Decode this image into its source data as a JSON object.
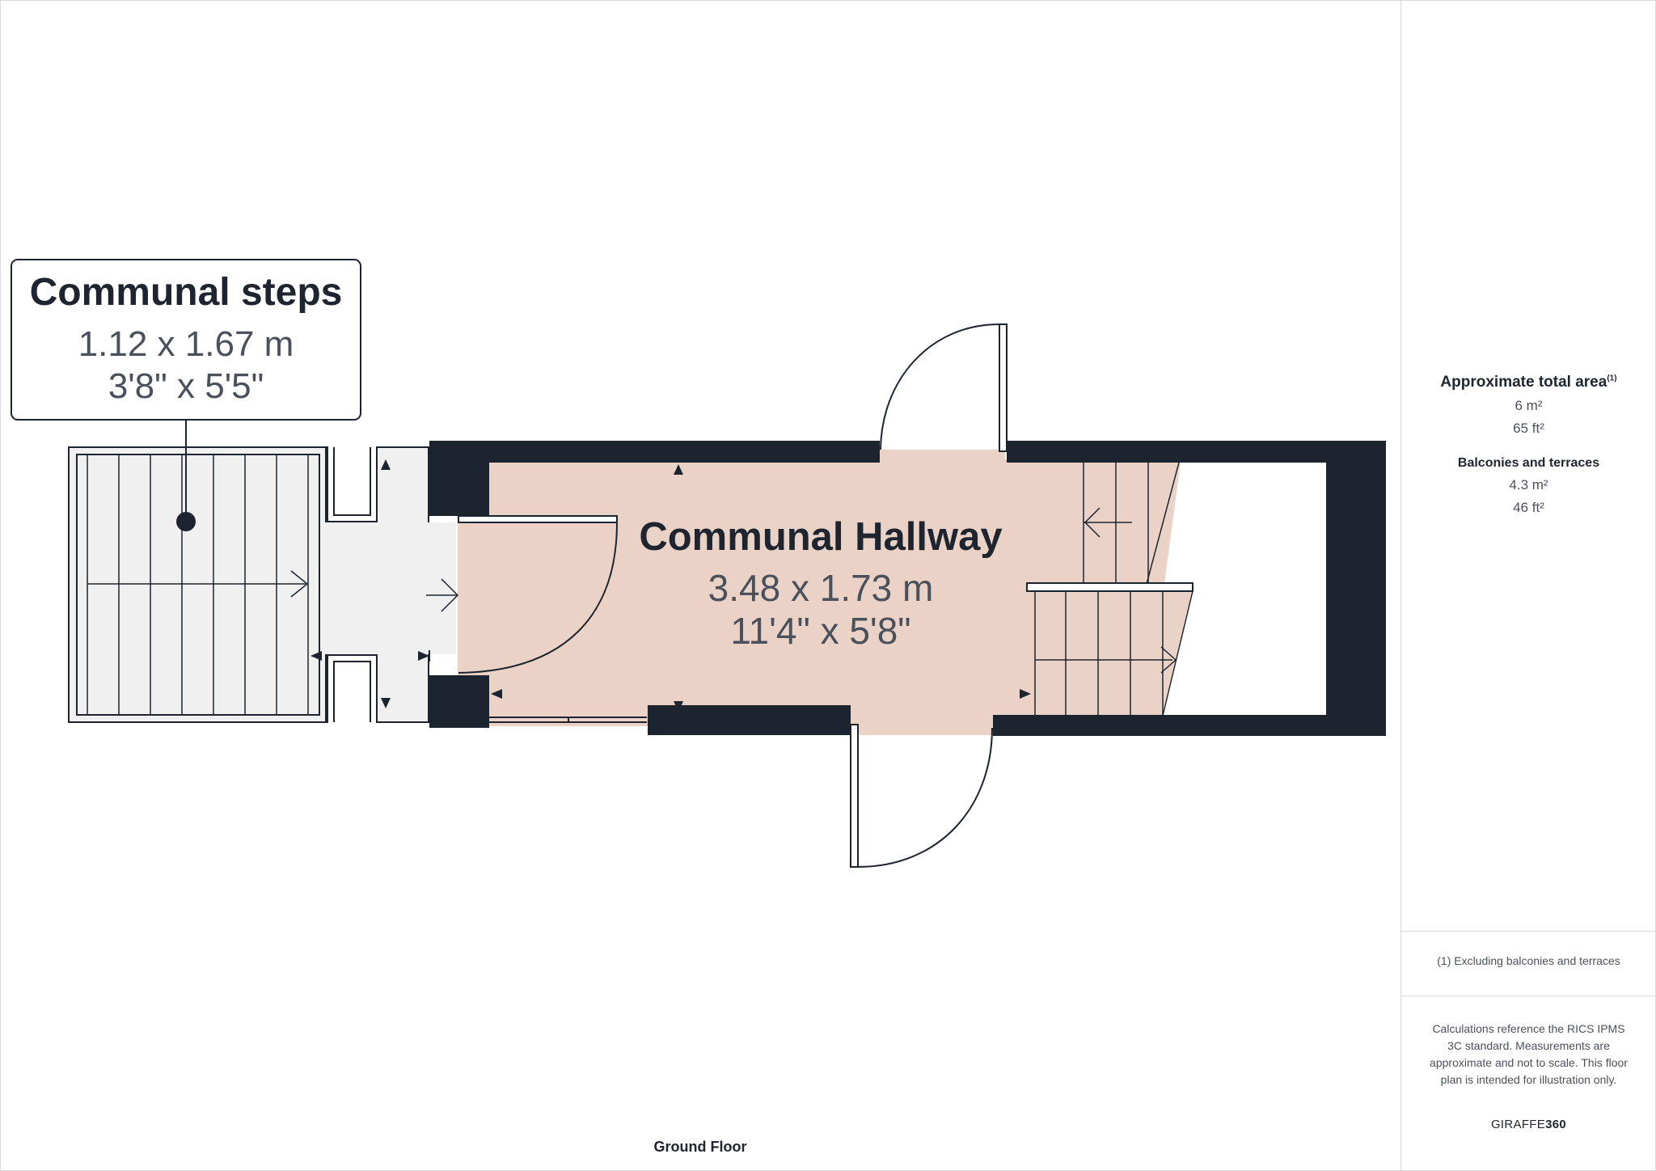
{
  "rooms": {
    "steps": {
      "name": "Communal steps",
      "metric": "1.12 x 1.67 m",
      "imperial": "3'8\" x 5'5\""
    },
    "hallway": {
      "name": "Communal Hallway",
      "metric": "3.48 x 1.73 m",
      "imperial": "11'4\" x 5'8\""
    }
  },
  "floor_label": "Ground Floor",
  "sidebar": {
    "area_title": "Approximate total area",
    "area_footnote_marker": "(1)",
    "area_m2": "6 m²",
    "area_ft2": "65 ft²",
    "balconies_title": "Balconies and terraces",
    "balconies_m2": "4.3 m²",
    "balconies_ft2": "46 ft²",
    "footnote": "(1) Excluding balconies and terraces",
    "disclaimer": "Calculations reference the RICS IPMS 3C standard. Measurements are approximate and not to scale. This floor plan is intended for illustration only.",
    "brand_light": "GIRAFFE",
    "brand_bold": "360"
  },
  "colors": {
    "wall": "#1c2430",
    "hallway_floor": "#ead3c6",
    "steps_floor": "#f0f0f0",
    "line": "#1c2430",
    "text_dark": "#1e2530",
    "text_gray": "#4a515c"
  }
}
